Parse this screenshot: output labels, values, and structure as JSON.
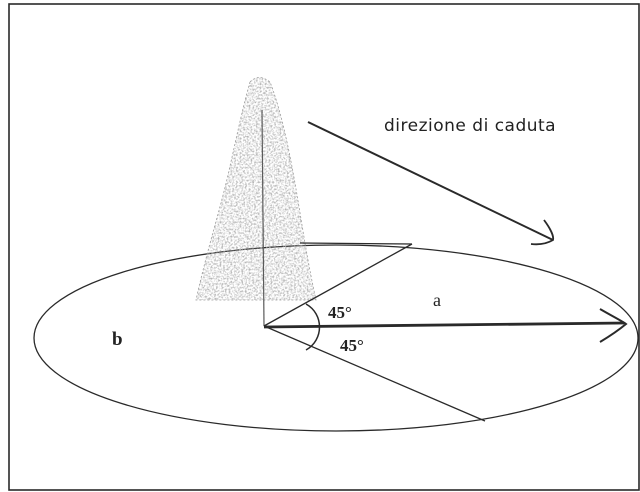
{
  "diagram": {
    "labels": {
      "fall_direction": "direzione di caduta",
      "zone_a": "a",
      "zone_b": "b",
      "angle_upper": "45°",
      "angle_lower": "45°"
    },
    "colors": {
      "line": "#2a2a2a",
      "tree_foliage": "#8a8a8a",
      "background": "#ffffff"
    },
    "icons": {
      "tree": "conifer-tree-icon",
      "arrow": "arrow-right-icon"
    }
  }
}
